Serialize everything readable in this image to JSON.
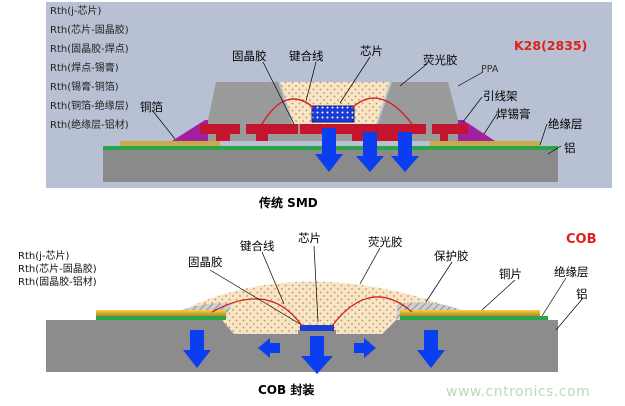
{
  "smd": {
    "thermal_paths": [
      "Rth(j-芯片)",
      "Rth(芯片-固晶胶)",
      "Rth(固晶胶-焊点)",
      "Rth(焊点-锡膏)",
      "Rth(锡膏-铜箔)",
      "Rth(铜箔-绝缘层)",
      "Rth(绝缘层-铝材)"
    ],
    "model": "K28(2835)",
    "labels": {
      "die_attach": "固晶胶",
      "bond_wire": "键合线",
      "chip": "芯片",
      "phosphor": "荧光胶",
      "ppa": "PPA",
      "lead_frame": "引线架",
      "solder_paste": "焊锡膏",
      "copper_foil": "铜箔",
      "insulation": "绝缘层",
      "aluminum": "铝"
    },
    "caption": "传统 SMD"
  },
  "cob": {
    "thermal_paths": [
      "Rth(j-芯片)",
      "Rth(芯片-固晶胶)",
      "Rth(固晶胶-铝材)"
    ],
    "title": "COB",
    "labels": {
      "die_attach": "固晶胶",
      "bond_wire": "键合线",
      "chip": "芯片",
      "phosphor": "荧光胶",
      "protective_glue": "保护胶",
      "copper_sheet": "铜片",
      "insulation": "绝缘层",
      "aluminum": "铝"
    },
    "caption": "COB 封装"
  },
  "watermark": "www.cntronics.com",
  "colors": {
    "panel_bg": "#b7c1d3",
    "aluminum": "#8c8c8c",
    "insulation": "#2aa64a",
    "copper": "#c9a94a",
    "lead_frame": "#c4152e",
    "solder": "#a020a0",
    "ppa": "#9a9a9a",
    "phosphor": "#f6e6c8",
    "chip": "#1b3bd6",
    "heat_arrow": "#0b3ef0",
    "bond_wire": "#d02020",
    "brand_red": "#e0201a"
  }
}
